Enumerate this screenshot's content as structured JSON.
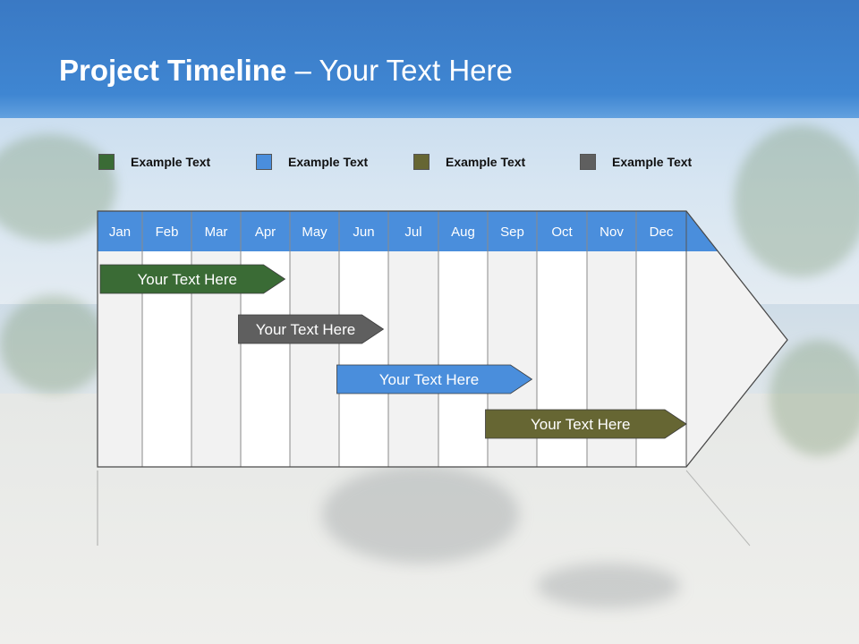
{
  "title": {
    "bold": "Project Timeline",
    "rest": " – Your Text Here"
  },
  "legend": [
    {
      "label": "Example Text",
      "color": "#3a6b35"
    },
    {
      "label": "Example Text",
      "color": "#4a8edc"
    },
    {
      "label": "Example Text",
      "color": "#666633"
    },
    {
      "label": "Example Text",
      "color": "#5f5f5f"
    }
  ],
  "colors": {
    "header": "#3f86d2",
    "monthBar": "#4a8edc",
    "columnLight": "#f2f2f2",
    "columnWhite": "#ffffff"
  },
  "chart_data": {
    "type": "timeline",
    "months": [
      "Jan",
      "Feb",
      "Mar",
      "Apr",
      "May",
      "Jun",
      "Jul",
      "Aug",
      "Sep",
      "Oct",
      "Nov",
      "Dec"
    ],
    "tasks": [
      {
        "label": "Your  Text Here",
        "start": 1.0,
        "end": 4.9,
        "color": "#3a6b35"
      },
      {
        "label": "Your  Text Here",
        "start": 3.9,
        "end": 6.9,
        "color": "#5f5f5f"
      },
      {
        "label": "Your  Text Here",
        "start": 5.9,
        "end": 9.9,
        "color": "#4a8edc"
      },
      {
        "label": "Your  Text Here",
        "start": 8.9,
        "end": 13.0,
        "color": "#666633"
      }
    ]
  }
}
